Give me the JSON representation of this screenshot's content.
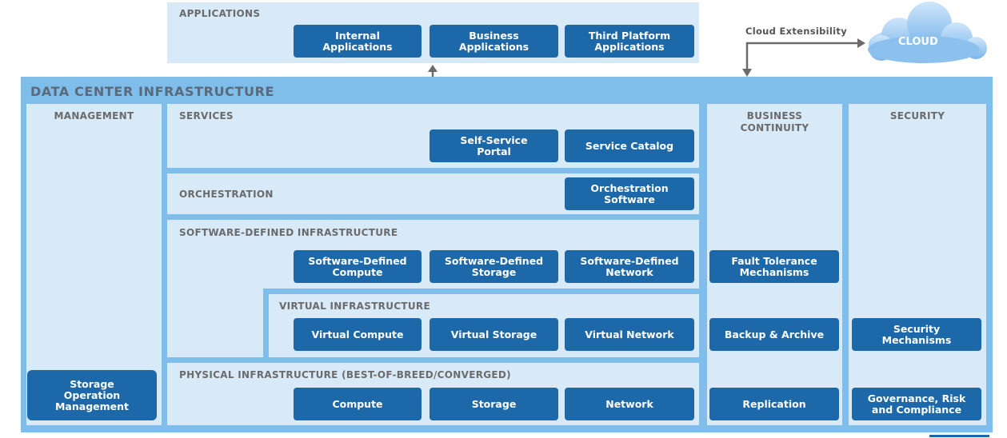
{
  "applications": {
    "title": "APPLICATIONS",
    "items": [
      "Internal\nApplications",
      "Business\nApplications",
      "Third Platform\nApplications"
    ]
  },
  "cloud": {
    "extensibility_label": "Cloud Extensibility",
    "label": "CLOUD"
  },
  "dci": {
    "title": "DATA CENTER INFRASTRUCTURE"
  },
  "management": {
    "title": "MANAGEMENT",
    "item": "Storage\nOperation\nManagement"
  },
  "services": {
    "title": "SERVICES",
    "items": [
      "Self-Service\nPortal",
      "Service Catalog"
    ]
  },
  "orchestration": {
    "title": "ORCHESTRATION",
    "item": "Orchestration\nSoftware"
  },
  "sdi": {
    "title": "SOFTWARE-DEFINED INFRASTRUCTURE",
    "items": [
      "Software-Defined\nCompute",
      "Software-Defined\nStorage",
      "Software-Defined\nNetwork"
    ]
  },
  "virtual": {
    "title": "VIRTUAL INFRASTRUCTURE",
    "items": [
      "Virtual Compute",
      "Virtual Storage",
      "Virtual Network"
    ]
  },
  "physical": {
    "title": "PHYSICAL INFRASTRUCTURE (BEST-OF-BREED/CONVERGED)",
    "items": [
      "Compute",
      "Storage",
      "Network"
    ]
  },
  "business_continuity": {
    "title": "BUSINESS\nCONTINUITY",
    "items": [
      "Fault Tolerance\nMechanisms",
      "Backup & Archive",
      "Replication"
    ]
  },
  "security": {
    "title": "SECURITY",
    "items": [
      "Security\nMechanisms",
      "Governance, Risk\nand Compliance"
    ]
  },
  "colors": {
    "button": "#1d68a8",
    "panel": "#d8e9f8",
    "frame": "#7fbdea",
    "label": "#6b6b6b"
  }
}
